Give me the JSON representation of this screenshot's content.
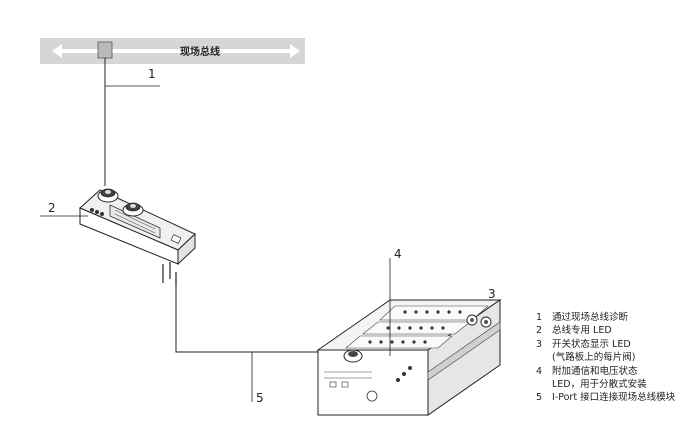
{
  "fieldbus": {
    "title": "现场总线"
  },
  "callouts": [
    "1",
    "2",
    "3",
    "4",
    "5"
  ],
  "legend": [
    {
      "num": "1",
      "lines": [
        "通过现场总线诊断"
      ]
    },
    {
      "num": "2",
      "lines": [
        "总线专用 LED"
      ]
    },
    {
      "num": "3",
      "lines": [
        "开关状态显示 LED",
        "(气路板上的每片阀)"
      ]
    },
    {
      "num": "4",
      "lines": [
        "附加通信和电压状态",
        "LED，用于分散式安装"
      ]
    },
    {
      "num": "5",
      "lines": [
        "I-Port 接口连接现场总线模块"
      ]
    }
  ]
}
